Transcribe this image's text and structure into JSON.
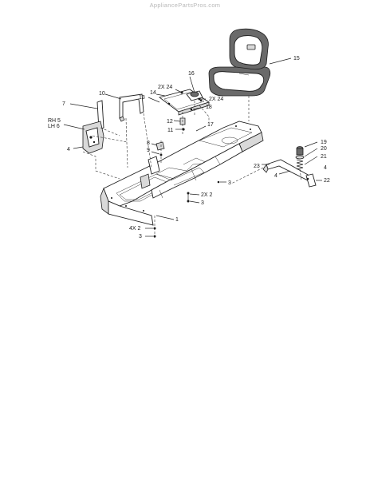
{
  "watermark": "AppliancePartsPros.com",
  "callouts": {
    "c15": "15",
    "c16": "16",
    "c2x24a": "2X 24",
    "c10": "10",
    "c14": "14",
    "c13": "13",
    "c2x24b": "2X 24",
    "c7": "7",
    "c18": "18",
    "rh5": "RH 5",
    "lh6": "LH 6",
    "c12": "12",
    "c17": "17",
    "c11": "11",
    "c8": "8",
    "c4a": "4",
    "c9": "9",
    "c19": "19",
    "c20": "20",
    "c21": "21",
    "c23": "23",
    "c4b": "4",
    "c4c": "4",
    "c22": "22",
    "c3a": "3",
    "c2x2": "2X 2",
    "c3b": "3",
    "c1": "1",
    "c4x2": "4X 2",
    "c3c": "3"
  }
}
